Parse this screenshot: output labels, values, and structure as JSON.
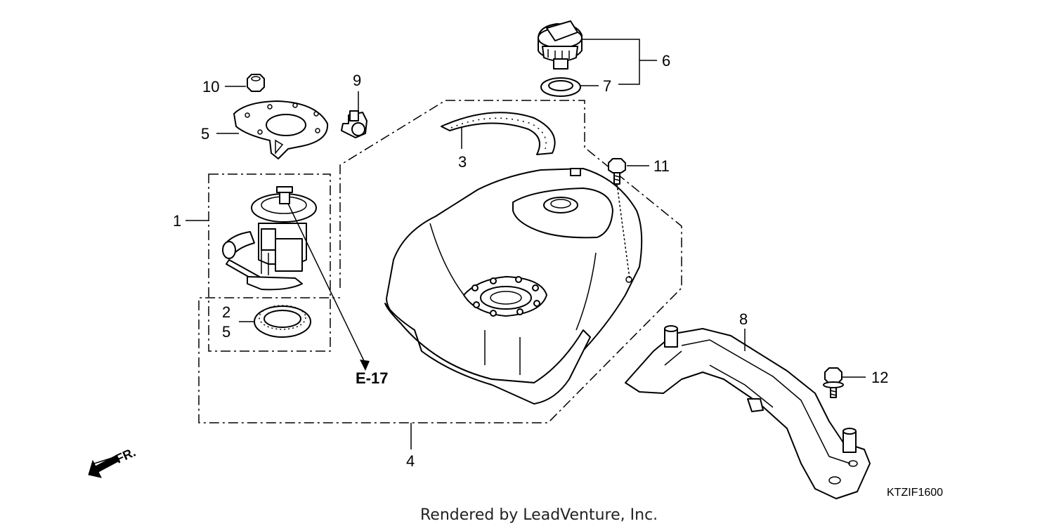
{
  "callouts": {
    "c1": "1",
    "c2": "2",
    "c5b": "5",
    "c3": "3",
    "c4": "4",
    "c5": "5",
    "c6": "6",
    "c7": "7",
    "c8": "8",
    "c9": "9",
    "c10": "10",
    "c11": "11",
    "c12": "12"
  },
  "reference": "E-17",
  "front_marker": "FR.",
  "diagram_code": "KTZIF1600",
  "credit": "Rendered by LeadVenture, Inc."
}
